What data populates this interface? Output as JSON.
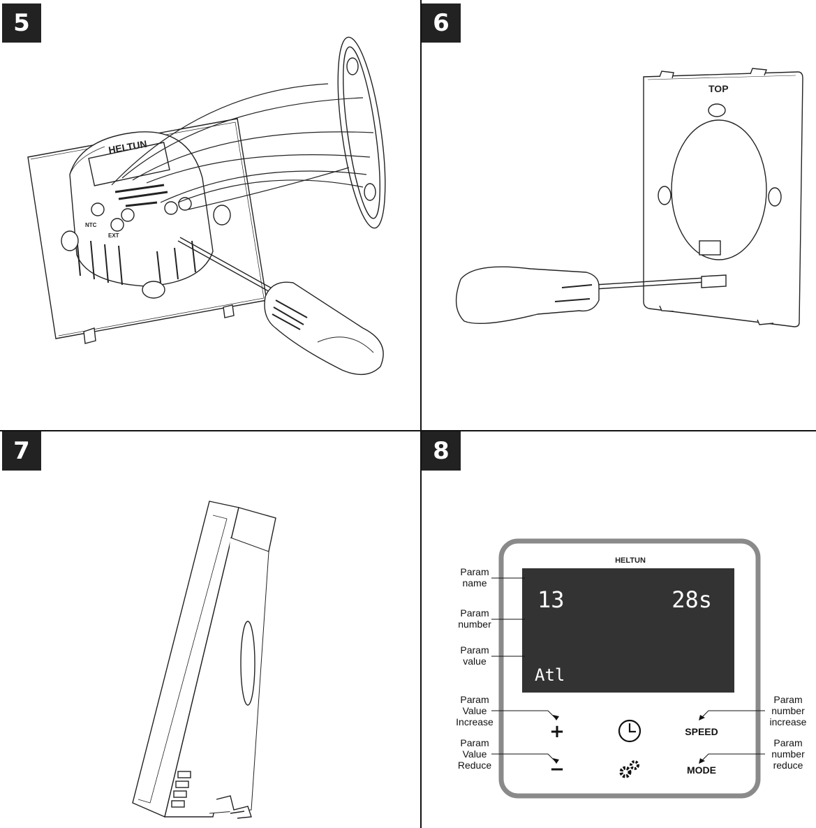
{
  "panels": [
    {
      "number": "5"
    },
    {
      "number": "6",
      "top_label": "TOP"
    },
    {
      "number": "7"
    },
    {
      "number": "8"
    }
  ],
  "module_brand": "HELTUN",
  "module_terminals": {
    "ntc": "NTC",
    "ext": "EXT"
  },
  "thermostat": {
    "brand": "HELTUN",
    "display": {
      "param_number": "13",
      "param_value": "28s",
      "param_name": "Atl"
    },
    "buttons": {
      "plus": "+",
      "minus": "−",
      "speed": "SPEED",
      "mode": "MODE"
    },
    "icons": [
      "clock-icon",
      "gears-icon"
    ]
  },
  "annotations": {
    "param_name": [
      "Param",
      "name"
    ],
    "param_number": [
      "Param",
      "number"
    ],
    "param_value": [
      "Param",
      "value"
    ],
    "value_increase": [
      "Param",
      "Value",
      "Increase"
    ],
    "value_reduce": [
      "Param",
      "Value",
      "Reduce"
    ],
    "number_increase": [
      "Param",
      "number",
      "increase"
    ],
    "number_reduce": [
      "Param",
      "number",
      "reduce"
    ]
  },
  "colors": {
    "badge": "#222222",
    "lcd": "#333333",
    "frame": "#8a8a8a"
  }
}
